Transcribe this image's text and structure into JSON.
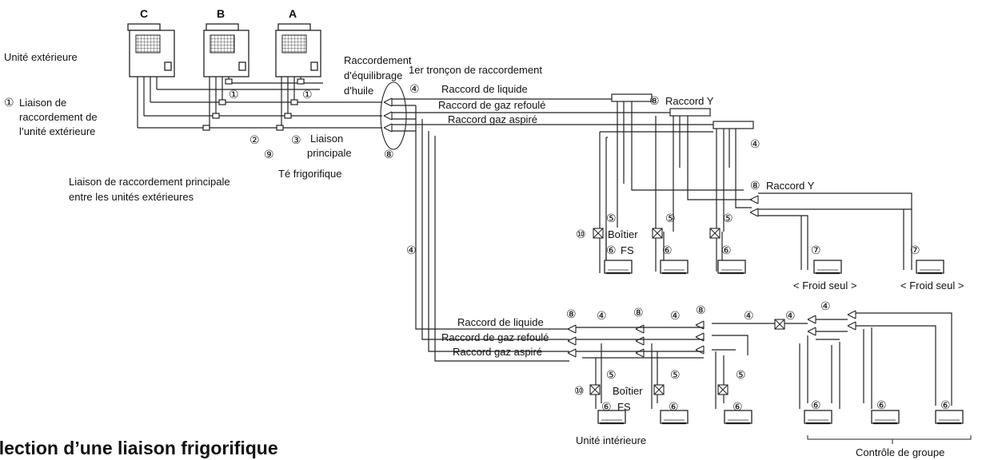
{
  "outdoor_units": [
    "C",
    "B",
    "A"
  ],
  "labels": {
    "outdoor_unit": "Unité extérieure",
    "outdoor_link_1": "Liaison de",
    "outdoor_link_2": "raccordement de",
    "outdoor_link_3": "l’unité extérieure",
    "oil_1": "Raccordement",
    "oil_2": "d'équilibrage",
    "oil_3": "d'huile",
    "first_branch": "1er tronçon de raccordement",
    "liquid": "Raccord de liquide",
    "discharge": "Raccord de gaz refoulé",
    "suction": "Raccord gaz aspiré",
    "y_joint": "Raccord Y",
    "main_1": "Liaison",
    "main_2": "principale",
    "tee": "Té frigorifique",
    "main_between_1": "Liaison de raccordement principale",
    "main_between_2": "entre les unités extérieures",
    "box": "Boîtier",
    "fs": "FS",
    "cool_only": "< Froid seul >",
    "indoor_unit": "Unité intérieure",
    "group_control": "Contrôle de groupe"
  },
  "markers": {
    "m1": "①",
    "m2": "②",
    "m3": "③",
    "m4": "④",
    "m5": "⑤",
    "m6": "⑥",
    "m7": "⑦",
    "m8": "⑧",
    "m9": "⑨",
    "m10": "⑩"
  },
  "heading": "élection d’une liaison frigorifique"
}
